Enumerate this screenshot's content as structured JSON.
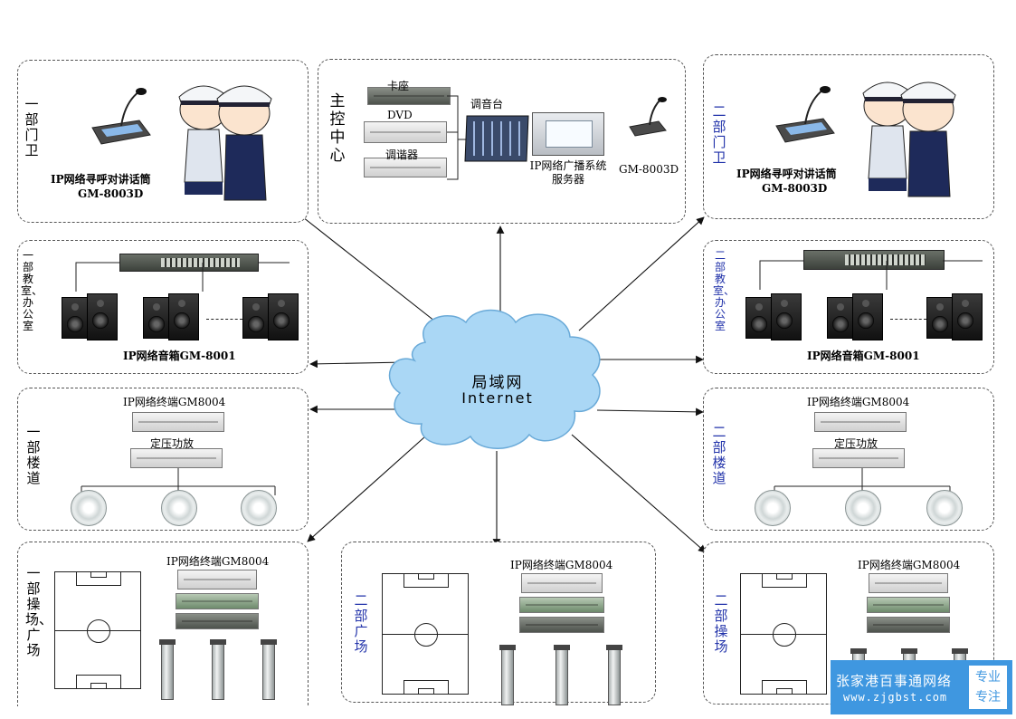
{
  "cloud": {
    "line1": "局域网",
    "line2": "Internet"
  },
  "control_center": {
    "label": "主控中心",
    "deck_label": "卡座",
    "dvd_label": "DVD",
    "tuner_label": "调谐器",
    "mixer_label": "调音台",
    "server_label": "IP网络广播系统服务器",
    "mic_label": "GM-8003D"
  },
  "gate_1": {
    "label": "一部门卫",
    "caption_line1": "IP网络寻呼对讲话筒",
    "caption_line2": "GM-8003D"
  },
  "gate_2": {
    "label": "二部门卫",
    "caption_line1": "IP网络寻呼对讲话筒",
    "caption_line2": "GM-8003D"
  },
  "classroom_1": {
    "label": "一部教室、办公室",
    "caption": "IP网络音箱GM-8001"
  },
  "classroom_2": {
    "label": "二部教室、办公室",
    "caption": "IP网络音箱GM-8001"
  },
  "corridor_1": {
    "label": "一部楼道",
    "terminal": "IP网络终端GM8004",
    "amp": "定压功放"
  },
  "corridor_2": {
    "label": "二部楼道",
    "terminal": "IP网络终端GM8004",
    "amp": "定压功放"
  },
  "playground_1": {
    "label": "一部操场、广场",
    "terminal": "IP网络终端GM8004"
  },
  "square_2": {
    "label": "二部广场",
    "terminal": "IP网络终端GM8004"
  },
  "playground_2": {
    "label": "二部操场",
    "terminal": "IP网络终端GM8004"
  },
  "watermark": {
    "name": "张家港百事通网络",
    "url": "www.zjgbst.com",
    "tag1": "专业",
    "tag2": "专注"
  },
  "colors": {
    "cloud_fill": "#aad7f5",
    "cloud_stroke": "#6aaad8",
    "label_blue": "#2233aa",
    "watermark_bg": "#3f97e0"
  }
}
